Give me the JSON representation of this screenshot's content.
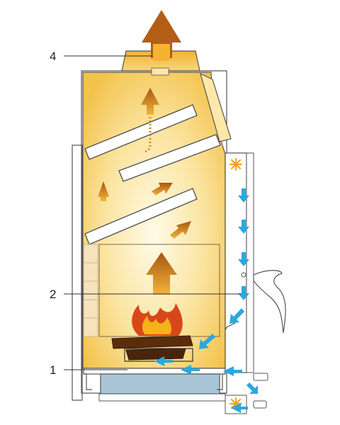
{
  "diagram": {
    "callouts": [
      {
        "number": "4",
        "part": "flue-outlet"
      },
      {
        "number": "2",
        "part": "firebox"
      },
      {
        "number": "1",
        "part": "ash-pan"
      }
    ]
  },
  "colors": {
    "chamber_light": "#fff6d2",
    "chamber_dark": "#f4c24a",
    "flue": "#f2b93c",
    "hot_arrow": "#b05f12",
    "air_arrow": "#2aa8de",
    "flame_outer": "#d8471a",
    "flame_inner": "#f6b21a",
    "firebrick": "#f6e2bc",
    "ash_pan": "#a9c4d6",
    "outline": "#555555"
  },
  "icons": [
    "flame-icon",
    "air-intake-icon"
  ]
}
